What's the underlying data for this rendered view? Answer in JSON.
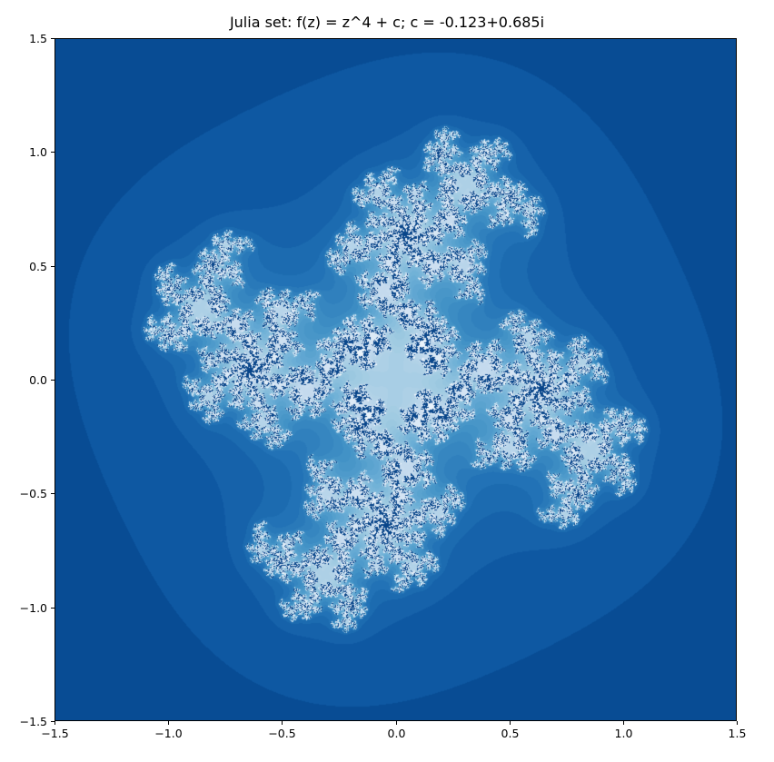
{
  "chart_data": {
    "type": "heatmap",
    "title": "Julia set: f(z) = z^4 + c; c = -0.123+0.685i",
    "xlabel": "",
    "ylabel": "",
    "function": "z^4 + c",
    "c": {
      "re": -0.123,
      "im": 0.685
    },
    "xlim": [
      -1.5,
      1.5
    ],
    "ylim": [
      -1.5,
      1.5
    ],
    "x_ticks": [
      -1.5,
      -1.0,
      -0.5,
      0.0,
      0.5,
      1.0,
      1.5
    ],
    "y_ticks": [
      -1.5,
      -1.0,
      -0.5,
      0.0,
      0.5,
      1.0,
      1.5
    ],
    "x_tick_labels": [
      "−1.5",
      "−1.0",
      "−0.5",
      "0.0",
      "0.5",
      "1.0",
      "1.5"
    ],
    "y_tick_labels": [
      "−1.5",
      "−1.0",
      "−0.5",
      "0.0",
      "0.5",
      "1.0",
      "1.5"
    ],
    "colormap": "Blues",
    "grid": false,
    "colors": {
      "background": "#08306b",
      "bright": "#f7fbff"
    }
  }
}
